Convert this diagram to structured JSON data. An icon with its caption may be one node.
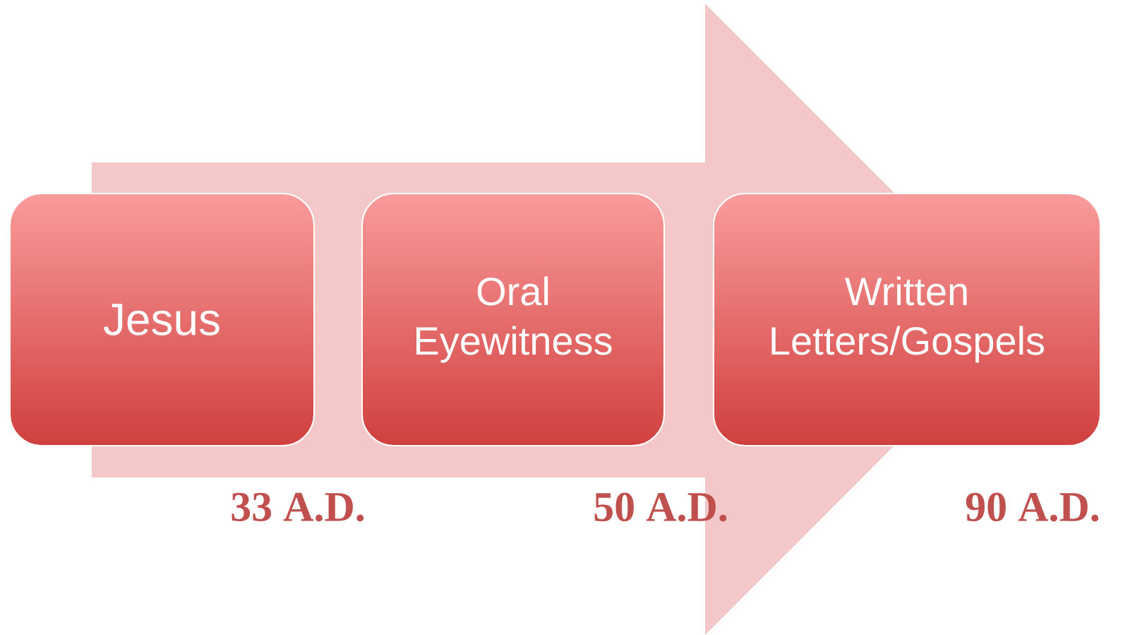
{
  "diagram": {
    "nodes": [
      {
        "text": [
          "Jesus"
        ]
      },
      {
        "text": [
          "Oral Eyewitness"
        ]
      },
      {
        "text": [
          "Written Letters/Gospels"
        ]
      }
    ],
    "edges": [
      {
        "from": 0,
        "to": 2,
        "arrow": "to"
      }
    ],
    "labels": [
      "33 A.D.",
      "50 A.D.",
      "90 A.D."
    ]
  }
}
